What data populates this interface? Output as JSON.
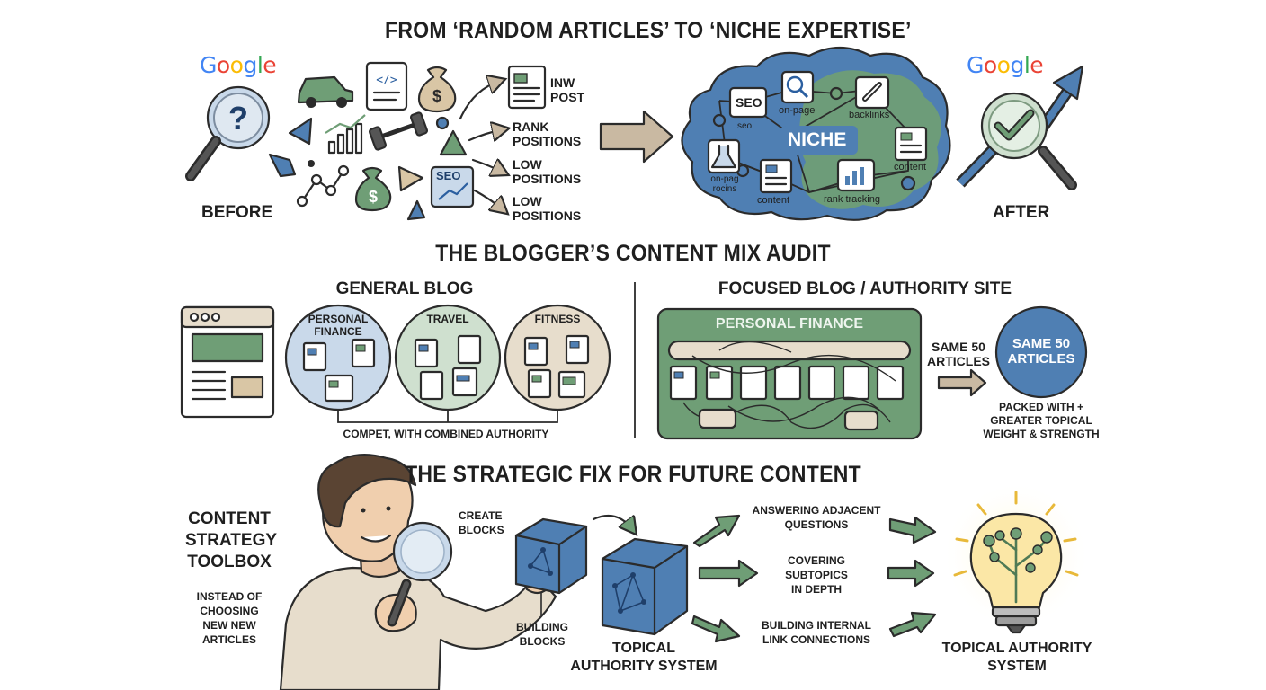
{
  "colors": {
    "blue": "#4f7fb3",
    "blue_light": "#c9d9ea",
    "green": "#6f9e76",
    "green_light": "#cfe0cf",
    "beige": "#e7ddcc",
    "arrow_tan": "#c9b9a2",
    "ink": "#2b2b2b"
  },
  "section1": {
    "title": "FROM ‘RANDOM ARTICLES’ TO ‘NICHE EXPERTISE’",
    "google_word": "Google",
    "before_label": "BEFORE",
    "after_label": "AFTER",
    "seo_badge": "SEO",
    "outcomes": [
      "INW\nPOST",
      "RANK\nPOSITIONS",
      "LOW\nPOSITIONS",
      "LOW\nPOSITIONS"
    ],
    "cloud": {
      "center": "NICHE",
      "nodes": [
        "SEO",
        "seo",
        "on-page",
        "backlinks",
        "content",
        "on-pag\nrocins",
        "content",
        "rank tracking"
      ]
    }
  },
  "section2": {
    "title": "THE BLOGGER’S CONTENT MIX AUDIT",
    "general_heading": "GENERAL BLOG",
    "focused_heading": "FOCUSED BLOG / AUTHORITY SITE",
    "circles": [
      "PERSONAL\nFINANCE",
      "TRAVEL",
      "FITNESS"
    ],
    "general_caption": "COMPET, WITH COMBINED AUTHORITY",
    "focused_box_label": "PERSONAL FINANCE",
    "same_articles_left": "SAME 50\nARTICLES",
    "same_articles_circle": "SAME 50\nARTICLES",
    "packed_caption": "PACKED WITH +\nGREATER TOPICAL\nWEIGHT & STRENGTH"
  },
  "section3": {
    "title": "THE STRATEGIC FIX FOR FUTURE CONTENT",
    "toolbox_title": "CONTENT\nSTRATEGY\nTOOLBOX",
    "toolbox_note": "INSTEAD OF\nCHOOSING\nNEW NEW\nARTICLES",
    "create_blocks": "CREATE\nBLOCKS",
    "building_blocks": "BUILDING\nBLOCKS",
    "cube_caption": "TOPICAL\nAUTHORITY SYSTEM",
    "steps": [
      "ANSWERING ADJACENT\nQUESTIONS",
      "COVERING\nSUBTOPICS\nIN DEPTH",
      "BUILDING INTERNAL\nLINK CONNECTIONS"
    ],
    "result_label": "TOPICAL AUTHORITY\nSYSTEM"
  }
}
